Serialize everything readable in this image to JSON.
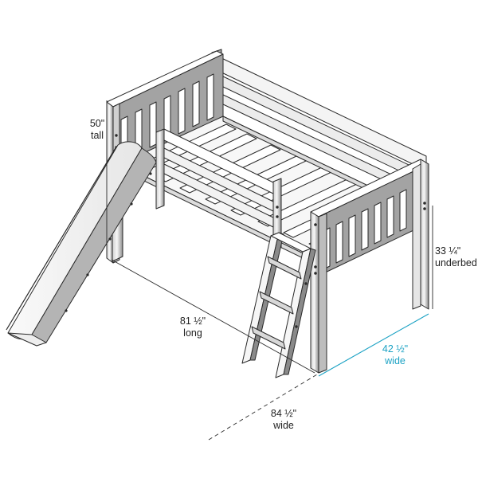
{
  "diagram": {
    "subject": "Low loft bed with slide and ladder",
    "colors": {
      "background": "#ffffff",
      "outline": "#2a2a2a",
      "panel_face": "#f4f4f4",
      "panel_shadow": "#9a9a9a",
      "accent_dimension": "#1ba2c4",
      "label_text": "#222222"
    }
  },
  "dimensions": {
    "height": {
      "value": "50\"",
      "caption": "tall"
    },
    "underbed": {
      "value": "33 ¼\"",
      "caption": "underbed"
    },
    "length": {
      "value": "81 ½\"",
      "caption": "long"
    },
    "bed_width": {
      "value": "42 ½\"",
      "caption": "wide"
    },
    "total_width": {
      "value": "84 ½\"",
      "caption": "wide"
    }
  },
  "components": {
    "headboard": "Slatted headboard rail",
    "footboard": "Slatted footboard rail",
    "guard_rail": "Front guard rail",
    "back_rail": "Back guard rail",
    "slats": "Mattress support slats",
    "slide": "Slide",
    "ladder": "Angled ladder with 3 rungs",
    "legs": "Corner posts"
  }
}
